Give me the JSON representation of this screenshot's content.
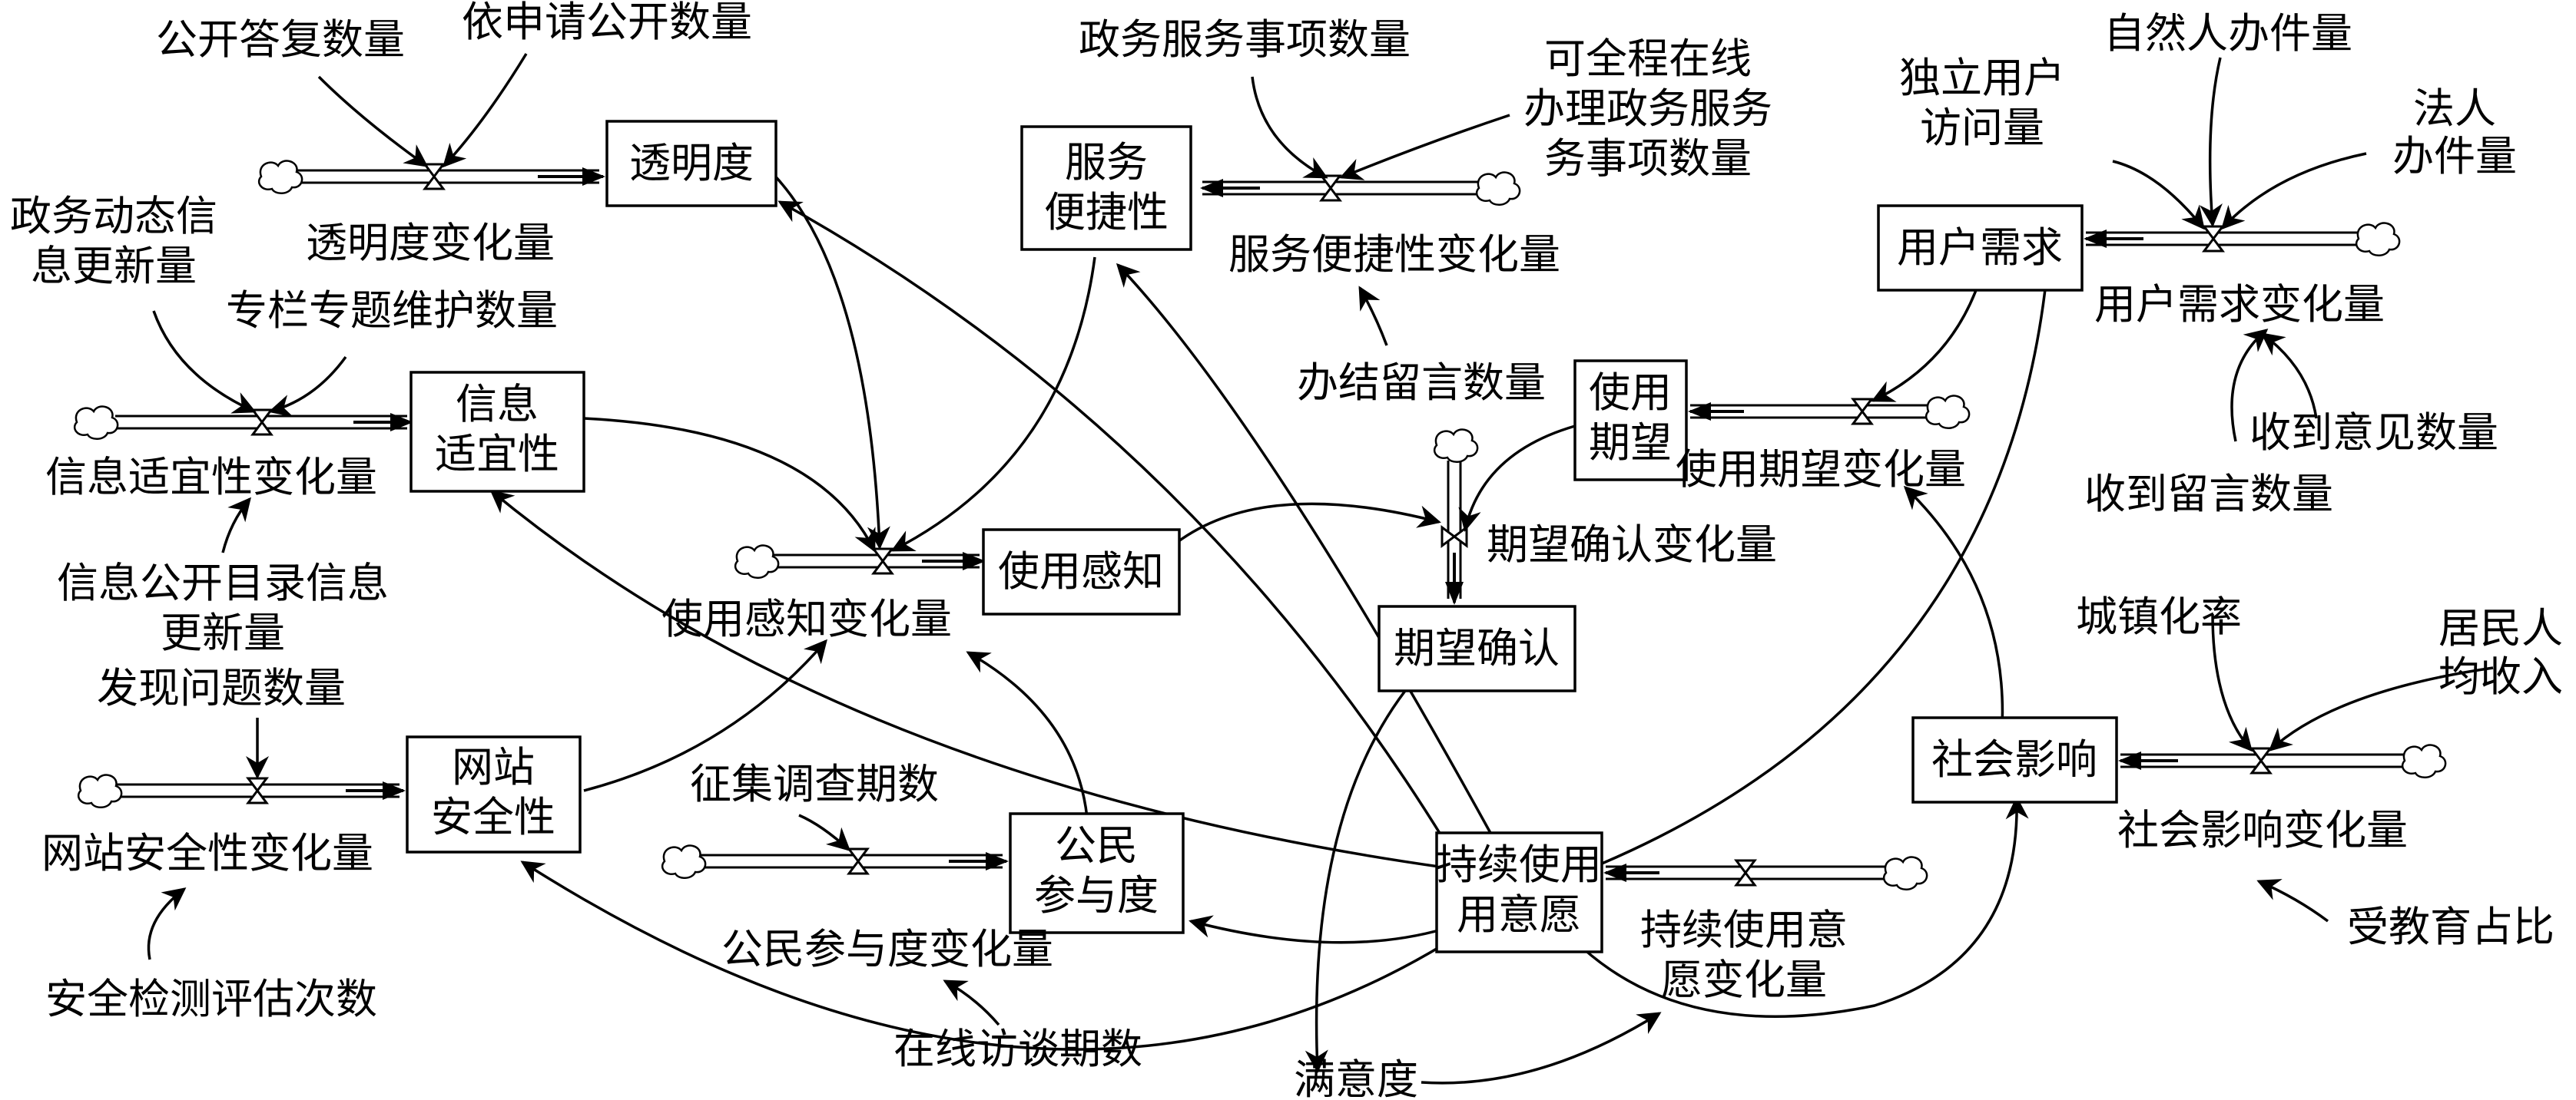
{
  "stocks": {
    "transparency": "透明度",
    "service_convenience": [
      "服务",
      "便捷性"
    ],
    "user_demand": "用户需求",
    "info_suitability": [
      "信息",
      "适宜性"
    ],
    "usage_expectation": [
      "使用",
      "期望"
    ],
    "usage_perception": "使用感知",
    "expectation_confirm": "期望确认",
    "website_security": [
      "网站",
      "安全性"
    ],
    "social_influence": "社会影响",
    "citizen_participation": [
      "公民",
      "参与度"
    ],
    "continued_use": [
      "持续使用",
      "用意愿"
    ]
  },
  "flows": {
    "transparency_change": "透明度变化量",
    "service_convenience_change": "服务便捷性变化量",
    "user_demand_change": "用户需求变化量",
    "info_suitability_change": "信息适宜性变化量",
    "usage_expectation_change": "使用期望变化量",
    "usage_perception_change": "使用感知变化量",
    "expectation_confirm_change": "期望确认变化量",
    "website_security_change": "网站安全性变化量",
    "social_influence_change": "社会影响变化量",
    "citizen_participation_change": "公民参与度变化量",
    "continued_use_change": [
      "持续使用意",
      "愿变化量"
    ]
  },
  "auxiliaries": {
    "disclosure_replies": "公开答复数量",
    "disclosure_requests": "依申请公开数量",
    "gov_service_items": "政务服务事项数量",
    "online_service_items": [
      "可全程在线",
      "办理政务服务",
      "务事项数量"
    ],
    "independent_users": [
      "独立用户",
      "访问量"
    ],
    "natural_person_cases": "自然人办件量",
    "legal_person_cases": [
      "法人",
      "办件量"
    ],
    "gov_news_updates": [
      "政务动态信",
      "息更新量"
    ],
    "column_maintenance": "专栏专题维护数量",
    "messages_handled": "办结留言数量",
    "opinions_received": "收到意见数量",
    "messages_received": "收到留言数量",
    "catalog_updates": [
      "信息公开目录信息",
      "更新量"
    ],
    "problems_found": "发现问题数量",
    "urbanization": "城镇化率",
    "per_capita_income": [
      "居民人",
      "均收入"
    ],
    "survey_periods": "征集调查期数",
    "security_assessments": "安全检测评估次数",
    "interview_periods": "在线访谈期数",
    "satisfaction": "满意度",
    "education_ratio": "受教育占比"
  }
}
